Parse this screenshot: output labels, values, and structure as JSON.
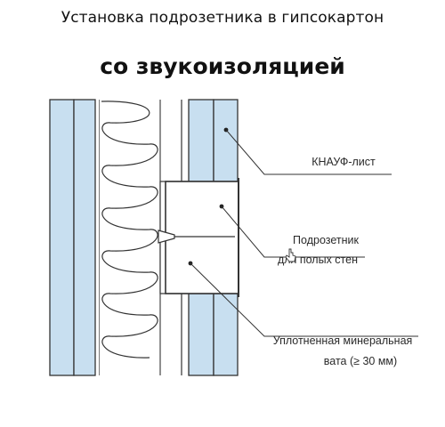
{
  "title": {
    "line1": "Установка подрозетника в гипсокартон",
    "line2": "со звукоизоляцией"
  },
  "labels": {
    "knauf_sheet": "КНАУФ-лист",
    "box_line1": "Подрозетник",
    "box_line2": "для полых стен",
    "wool_line1": "Уплотненная минеральная",
    "wool_line2": "вата (≥ 30 мм)"
  },
  "colors": {
    "board_fill": "#c8dff0",
    "line": "#333333",
    "background": "#ffffff"
  }
}
